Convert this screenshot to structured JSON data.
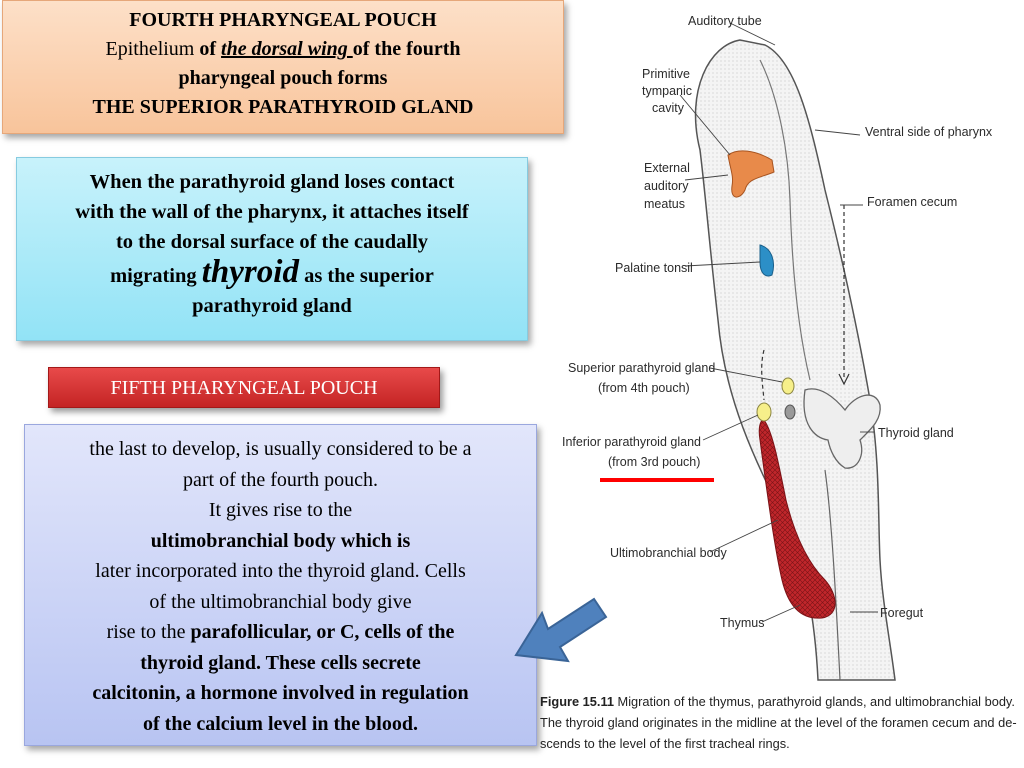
{
  "fourth_box": {
    "line1": "FOURTH PHARYNGEAL POUCH",
    "line2_a": "Epithelium",
    "line2_b": " of ",
    "line2_c": "the dorsal wing ",
    "line2_d": "of the fourth",
    "line3": "pharyngeal pouch forms",
    "line4": "THE SUPERIOR PARATHYROID GLAND"
  },
  "contact_box": {
    "line1": "When the parathyroid gland loses contact",
    "line2": "with the wall of the pharynx, it attaches itself",
    "line3": "to the dorsal surface of the caudally",
    "line4_a": "migrating ",
    "line4_b": "thyroid",
    "line4_c": " as the superior",
    "line5": "parathyroid gland"
  },
  "fifth_label": "FIFTH PHARYNGEAL POUCH",
  "ultimo_box": {
    "line1": "the last to develop, is usually considered to be a",
    "line2": "part of the fourth pouch.",
    "line3": "It gives rise to the",
    "line4": "ultimobranchial body which is",
    "line5": "later incorporated into the thyroid gland. Cells",
    "line6": "of the ultimobranchial body give",
    "line7_a": "rise to the ",
    "line7_b": "parafollicular, or C, cells of the",
    "line8": "thyroid gland. These cells secrete",
    "line9": "calcitonin, a hormone involved in regulation",
    "line10": "of the calcium level in the blood."
  },
  "figure": {
    "labels": {
      "auditory_tube": "Auditory tube",
      "primitive_1": "Primitive",
      "primitive_2": "tympanic",
      "primitive_3": "cavity",
      "ventral_side": "Ventral side of pharynx",
      "external_1": "External",
      "external_2": "auditory",
      "external_3": "meatus",
      "foramen_cecum": "Foramen cecum",
      "palatine_tonsil": "Palatine tonsil",
      "superior_1": "Superior parathyroid gland",
      "superior_2": "(from 4th pouch)",
      "inferior_1": "Inferior parathyroid gland",
      "inferior_2": "(from 3rd pouch)",
      "thyroid_gland": "Thyroid gland",
      "ultimobranchial_body": "Ultimobranchial body",
      "thymus": "Thymus",
      "foregut": "Foregut"
    },
    "caption": {
      "figure_no": "Figure 15.11",
      "line1": " Migration of the thymus, parathyroid glands, and ultimobranchial body.",
      "line2": "The thyroid gland originates in the midline at the level of the foramen cecum and de-",
      "line3": "scends to the level of the first tracheal rings."
    }
  },
  "colors": {
    "orange_box": "#f8c49b",
    "cyan_box": "#92e3f6",
    "red_label": "#c42424",
    "blue_box": "#b8c4f2",
    "arrow_blue": "#4f81bd",
    "underline_red": "#ff0000",
    "thymus_red": "#c0262b",
    "tympanic_orange": "#e88a4a",
    "tonsil_blue": "#2c8fc7",
    "parathyroid_yellow": "#f6ef8a"
  },
  "icons": {
    "arrow": "left-pointing-block-arrow"
  }
}
